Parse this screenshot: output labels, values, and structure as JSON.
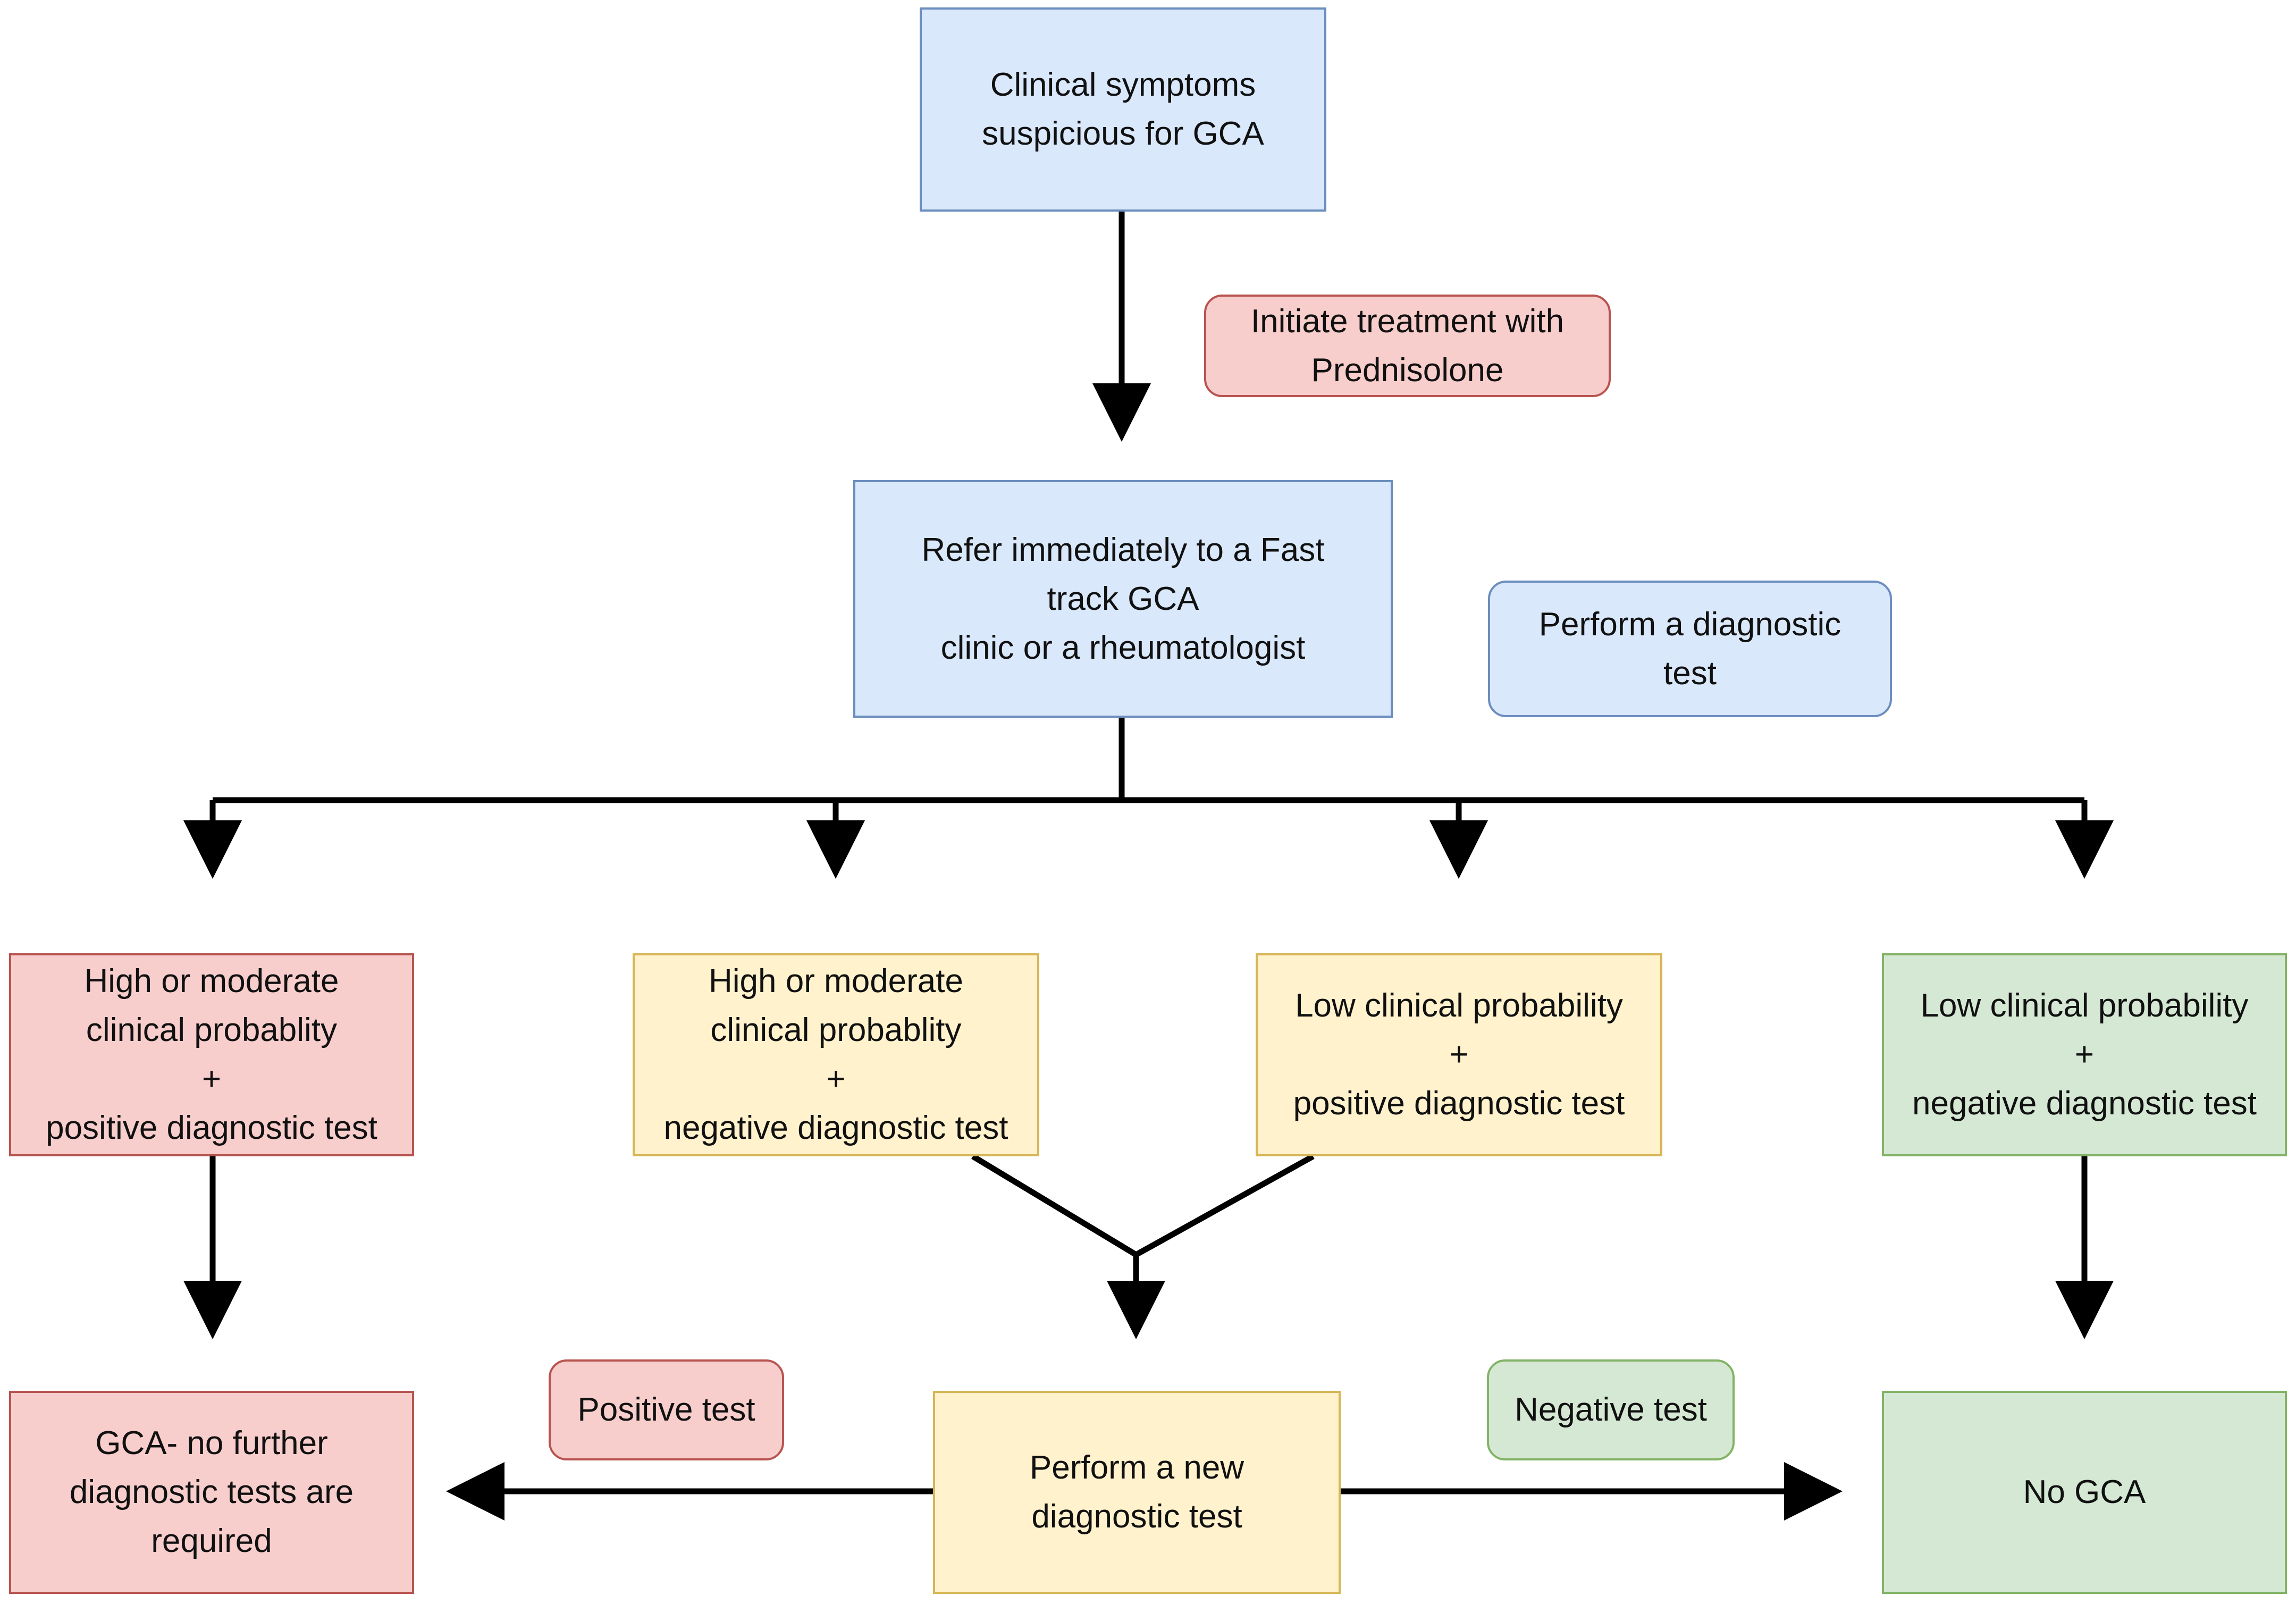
{
  "nodes": {
    "symptoms": "Clinical symptoms\nsuspicious for GCA",
    "initiate_treatment": "Initiate treatment with\nPrednisolone",
    "refer": "Refer immediately to a Fast\ntrack GCA\nclinic or a rheumatologist",
    "perform_test": "Perform a diagnostic\ntest",
    "high_positive": "High or moderate\nclinical probablity\n+\npositive diagnostic test",
    "high_negative": "High or moderate\nclinical probablity\n+\nnegative diagnostic test",
    "low_positive": "Low clinical probability\n+\npositive diagnostic test",
    "low_negative": "Low clinical probability\n+\nnegative diagnostic test",
    "gca_confirmed": "GCA- no further\ndiagnostic tests are\nrequired",
    "positive_test": "Positive test",
    "new_test": "Perform a new\ndiagnostic test",
    "negative_test": "Negative test",
    "no_gca": "No GCA"
  },
  "colors": {
    "blue_fill": "#dae8fc",
    "blue_border": "#6c8ebf",
    "red_fill": "#f8cecc",
    "red_border": "#b85450",
    "yellow_fill": "#fff2cc",
    "yellow_border": "#d6b656",
    "green_fill": "#d5e8d4",
    "green_border": "#82b366",
    "connector": "#000000"
  }
}
